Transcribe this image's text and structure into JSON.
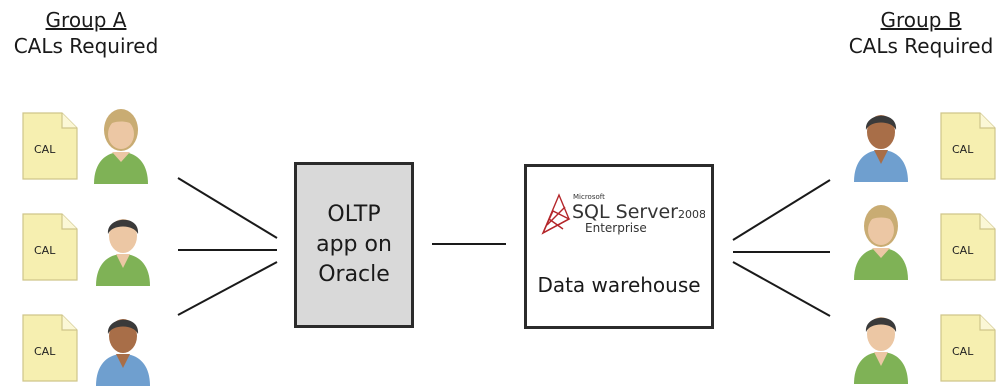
{
  "group_a": {
    "name": "Group A",
    "subtitle": "CALs Required"
  },
  "group_b": {
    "name": "Group B",
    "subtitle": "CALs Required"
  },
  "cal_label": "CAL",
  "oltp_box": {
    "label": "OLTP app on Oracle"
  },
  "dw_box": {
    "logo": {
      "vendor": "Microsoft",
      "product": "SQL Server",
      "version": "2008",
      "edition": "Enterprise"
    },
    "label": "Data warehouse"
  },
  "colors": {
    "line": "#1a1a1a",
    "box_border": "#2b2b2b",
    "oltp_fill": "#d9d9d9",
    "cal_fill": "#f6efb0",
    "user_green": "#7fb256",
    "user_blue": "#6f9fcf",
    "skin_light": "#ecc7a4",
    "skin_dark": "#a86e48",
    "hair_blonde": "#c9ac73",
    "hair_dark": "#3a3a3a"
  }
}
